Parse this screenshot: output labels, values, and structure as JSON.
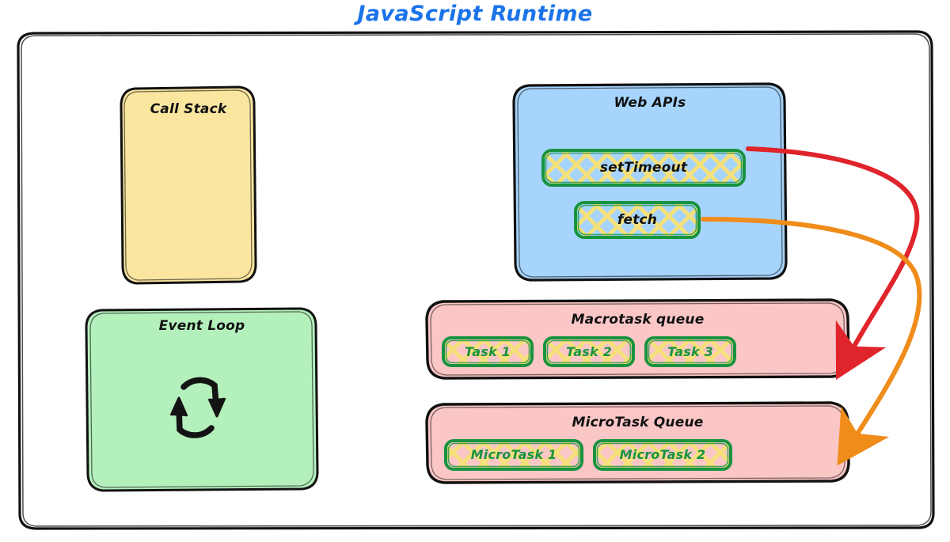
{
  "title": "JavaScript Runtime",
  "colors": {
    "title": "#1a73e8",
    "outline": "#111111",
    "call_stack_fill": "#fbe6a0",
    "event_loop_fill": "#b4f0bc",
    "web_apis_fill": "#a6d4fc",
    "queue_fill": "#fac6c6",
    "chip_border": "#18933f",
    "hatch": "#f5e07a",
    "arrow_red": "#e0242b",
    "arrow_orange": "#f08c1a"
  },
  "panels": {
    "call_stack": {
      "label": "Call Stack"
    },
    "event_loop": {
      "label": "Event Loop",
      "icon": "loop-arrows-icon"
    },
    "web_apis": {
      "label": "Web APIs",
      "items": [
        {
          "label": "setTimeout"
        },
        {
          "label": "fetch"
        }
      ]
    },
    "macrotask_queue": {
      "label": "Macrotask queue",
      "items": [
        {
          "label": "Task 1"
        },
        {
          "label": "Task 2"
        },
        {
          "label": "Task 3"
        }
      ]
    },
    "microtask_queue": {
      "label": "MicroTask Queue",
      "items": [
        {
          "label": "MicroTask 1"
        },
        {
          "label": "MicroTask 2"
        }
      ]
    }
  },
  "arrows": [
    {
      "name": "settimeout-to-macrotask-arrow",
      "from": "setTimeout",
      "to": "Macrotask queue",
      "color": "#e0242b"
    },
    {
      "name": "fetch-to-microtask-arrow",
      "from": "fetch",
      "to": "MicroTask Queue",
      "color": "#f08c1a"
    }
  ]
}
